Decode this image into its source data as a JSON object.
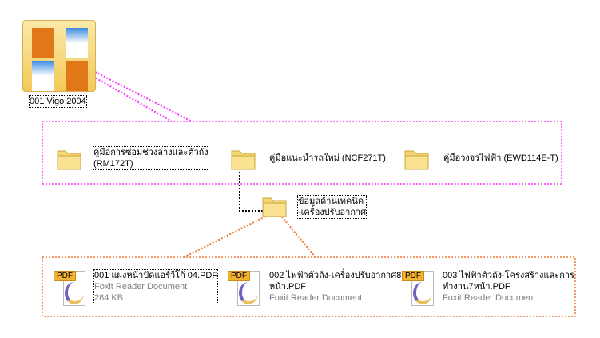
{
  "root": {
    "label": "001 Vigo 2004"
  },
  "folders": [
    {
      "label_lines": [
        "คู่มือการซ่อมช่วงล่างและตัวถัง",
        "(RM172T)"
      ]
    },
    {
      "label_lines": [
        "คู่มือแนะนำรถใหม่ (NCF271T)"
      ]
    },
    {
      "label_lines": [
        "คู่มือวงจรไฟฟ้า (EWD114E-T)"
      ]
    }
  ],
  "subfolder": {
    "label_lines": [
      "ข้อมูลด้านเทคนิค",
      "-เครื่องปรับอากาศ"
    ]
  },
  "files": [
    {
      "badge": "PDF",
      "name_lines": [
        "001 แผงหน้าปัดแอร์วีโก้ 04.PDF"
      ],
      "type": "Foxit Reader Document",
      "size": "284 KB"
    },
    {
      "badge": "PDF",
      "name_lines": [
        "002 ไฟฟ้าตัวถัง-เครื่องปรับอากาศ8",
        "หน้า.PDF"
      ],
      "type": "Foxit Reader Document"
    },
    {
      "badge": "PDF",
      "name_lines": [
        "003 ไฟฟ้าตัวถัง-โครงสร้างและการ",
        "ทำงาน7หน้า.PDF"
      ],
      "type": "Foxit Reader Document"
    }
  ],
  "colors": {
    "magenta": "#ff33ff",
    "orange": "#f07830",
    "folder": "#f5d670"
  }
}
